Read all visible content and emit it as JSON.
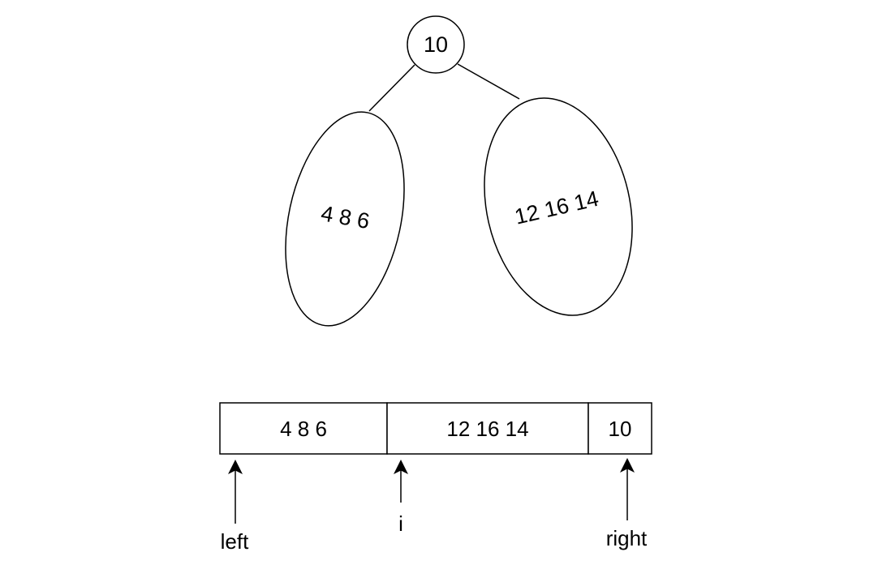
{
  "tree": {
    "root": {
      "label": "10"
    },
    "left_subtree": {
      "label": "4 8 6"
    },
    "right_subtree": {
      "label": "12 16 14"
    }
  },
  "array": {
    "cells": [
      {
        "label": "4 8 6"
      },
      {
        "label": "12 16 14"
      },
      {
        "label": "10"
      }
    ]
  },
  "pointers": {
    "left": "left",
    "i": "i",
    "right": "right"
  },
  "colors": {
    "stroke": "#000000",
    "background": "#ffffff"
  }
}
